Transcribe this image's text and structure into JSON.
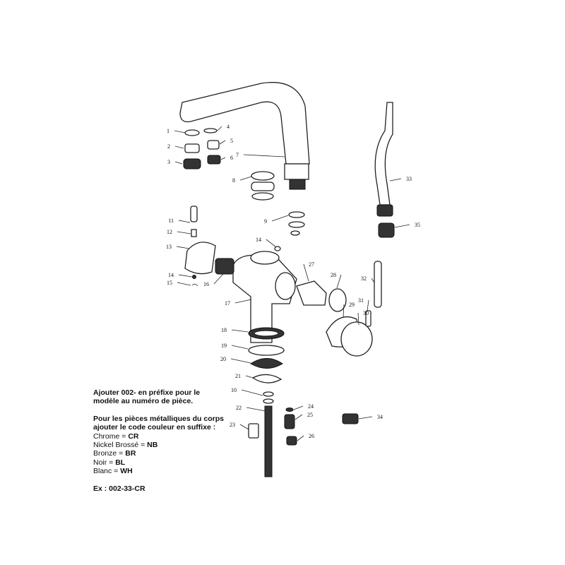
{
  "parts": [
    "1",
    "2",
    "3",
    "4",
    "5",
    "6",
    "7",
    "8",
    "9",
    "10",
    "11",
    "12",
    "13",
    "14",
    "14",
    "15",
    "16",
    "17",
    "18",
    "19",
    "20",
    "21",
    "22",
    "23",
    "24",
    "25",
    "26",
    "27",
    "28",
    "29",
    "30",
    "31",
    "32",
    "33",
    "34",
    "35"
  ],
  "notes": {
    "prefix_line1": "Ajouter 002- en préfixe pour le",
    "prefix_line2": "modèle au numéro de pièce.",
    "suffix_line1": "Pour les pièces métalliques du corps",
    "suffix_line2": "ajouter le code couleur en suffixe :",
    "colors": [
      {
        "name": "Chrome = ",
        "code": "CR"
      },
      {
        "name": "Nickel Brossé = ",
        "code": "NB"
      },
      {
        "name": "Bronze = ",
        "code": "BR"
      },
      {
        "name": "Noir = ",
        "code": "BL"
      },
      {
        "name": "Blanc = ",
        "code": "WH"
      }
    ],
    "example": "Ex : 002-33-CR"
  }
}
